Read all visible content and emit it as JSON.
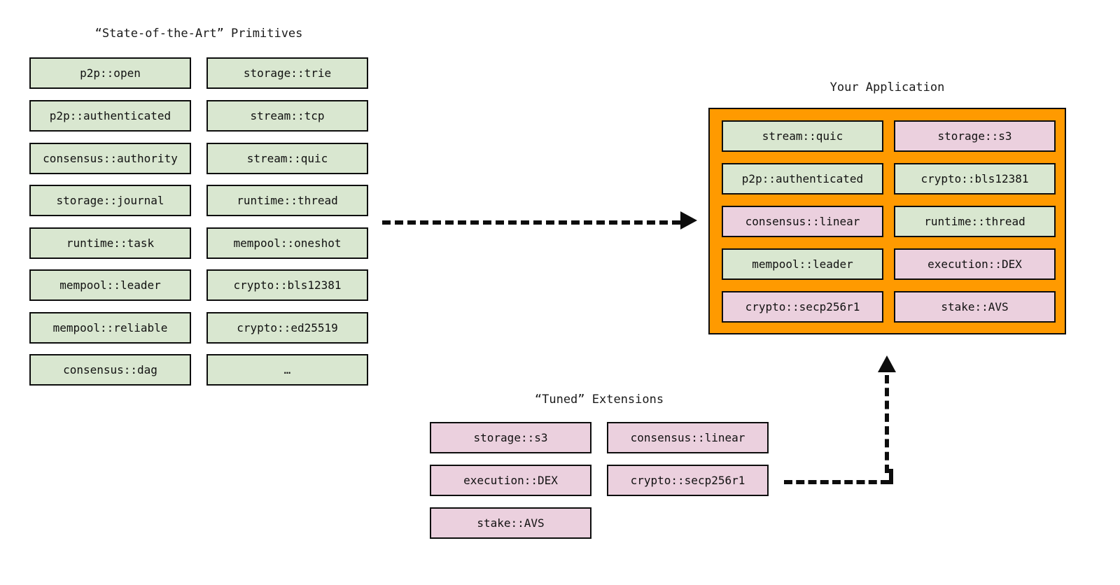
{
  "diagram": {
    "title_primitives": "“State-of-the-Art” Primitives",
    "title_application": "Your Application",
    "title_extensions": "“Tuned” Extensions",
    "colors": {
      "primitive_fill": "#d9e7d0",
      "extension_fill": "#ebd0de",
      "application_frame": "#ff9a00",
      "border": "#0d0d0d",
      "background": "#ffffff"
    }
  },
  "primitives": {
    "column_left": [
      "p2p::open",
      "p2p::authenticated",
      "consensus::authority",
      "storage::journal",
      "runtime::task",
      "mempool::leader",
      "mempool::reliable",
      "consensus::dag"
    ],
    "column_right": [
      "storage::trie",
      "stream::tcp",
      "stream::quic",
      "runtime::thread",
      "mempool::oneshot",
      "crypto::bls12381",
      "crypto::ed25519",
      "…"
    ]
  },
  "application": {
    "column_left": [
      {
        "label": "stream::quic",
        "kind": "primitive"
      },
      {
        "label": "p2p::authenticated",
        "kind": "primitive"
      },
      {
        "label": "consensus::linear",
        "kind": "extension"
      },
      {
        "label": "mempool::leader",
        "kind": "primitive"
      },
      {
        "label": "crypto::secp256r1",
        "kind": "extension"
      }
    ],
    "column_right": [
      {
        "label": "storage::s3",
        "kind": "extension"
      },
      {
        "label": "crypto::bls12381",
        "kind": "primitive"
      },
      {
        "label": "runtime::thread",
        "kind": "primitive"
      },
      {
        "label": "execution::DEX",
        "kind": "extension"
      },
      {
        "label": "stake::AVS",
        "kind": "extension"
      }
    ]
  },
  "extensions": {
    "column_left": [
      "storage::s3",
      "execution::DEX",
      "stake::AVS"
    ],
    "column_right": [
      "consensus::linear",
      "crypto::secp256r1"
    ]
  },
  "arrows": {
    "primitives_to_application": "dashed-arrow-right",
    "extensions_to_application": "dashed-elbow-arrow-up"
  }
}
